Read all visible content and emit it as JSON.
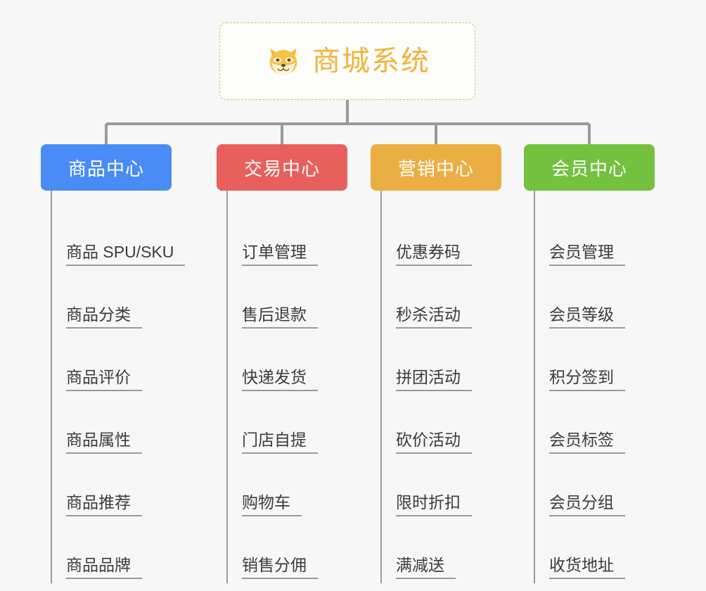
{
  "diagram": {
    "type": "mind-map",
    "background_color": "#f7f7f7",
    "root": {
      "title": "商城系统",
      "icon": "shiba-dog-face-icon",
      "border_color": "#e7bc63",
      "text_color": "#f0b43c",
      "background_color": "#fdfdfb"
    },
    "connector_color": "#9a9a9a",
    "branches": [
      {
        "id": "product-center",
        "label": "商品中心",
        "color": "#4a8cf5",
        "items": [
          "商品 SPU/SKU",
          "商品分类",
          "商品评价",
          "商品属性",
          "商品推荐",
          "商品品牌"
        ]
      },
      {
        "id": "trade-center",
        "label": "交易中心",
        "color": "#e8605c",
        "items": [
          "订单管理",
          "售后退款",
          "快递发货",
          "门店自提",
          "购物车",
          "销售分佣"
        ]
      },
      {
        "id": "marketing-center",
        "label": "营销中心",
        "color": "#eaae42",
        "items": [
          "优惠券码",
          "秒杀活动",
          "拼团活动",
          "砍价活动",
          "限时折扣",
          "满减送"
        ]
      },
      {
        "id": "member-center",
        "label": "会员中心",
        "color": "#73c13f",
        "items": [
          "会员管理",
          "会员等级",
          "积分签到",
          "会员标签",
          "会员分组",
          "收货地址"
        ]
      }
    ]
  }
}
